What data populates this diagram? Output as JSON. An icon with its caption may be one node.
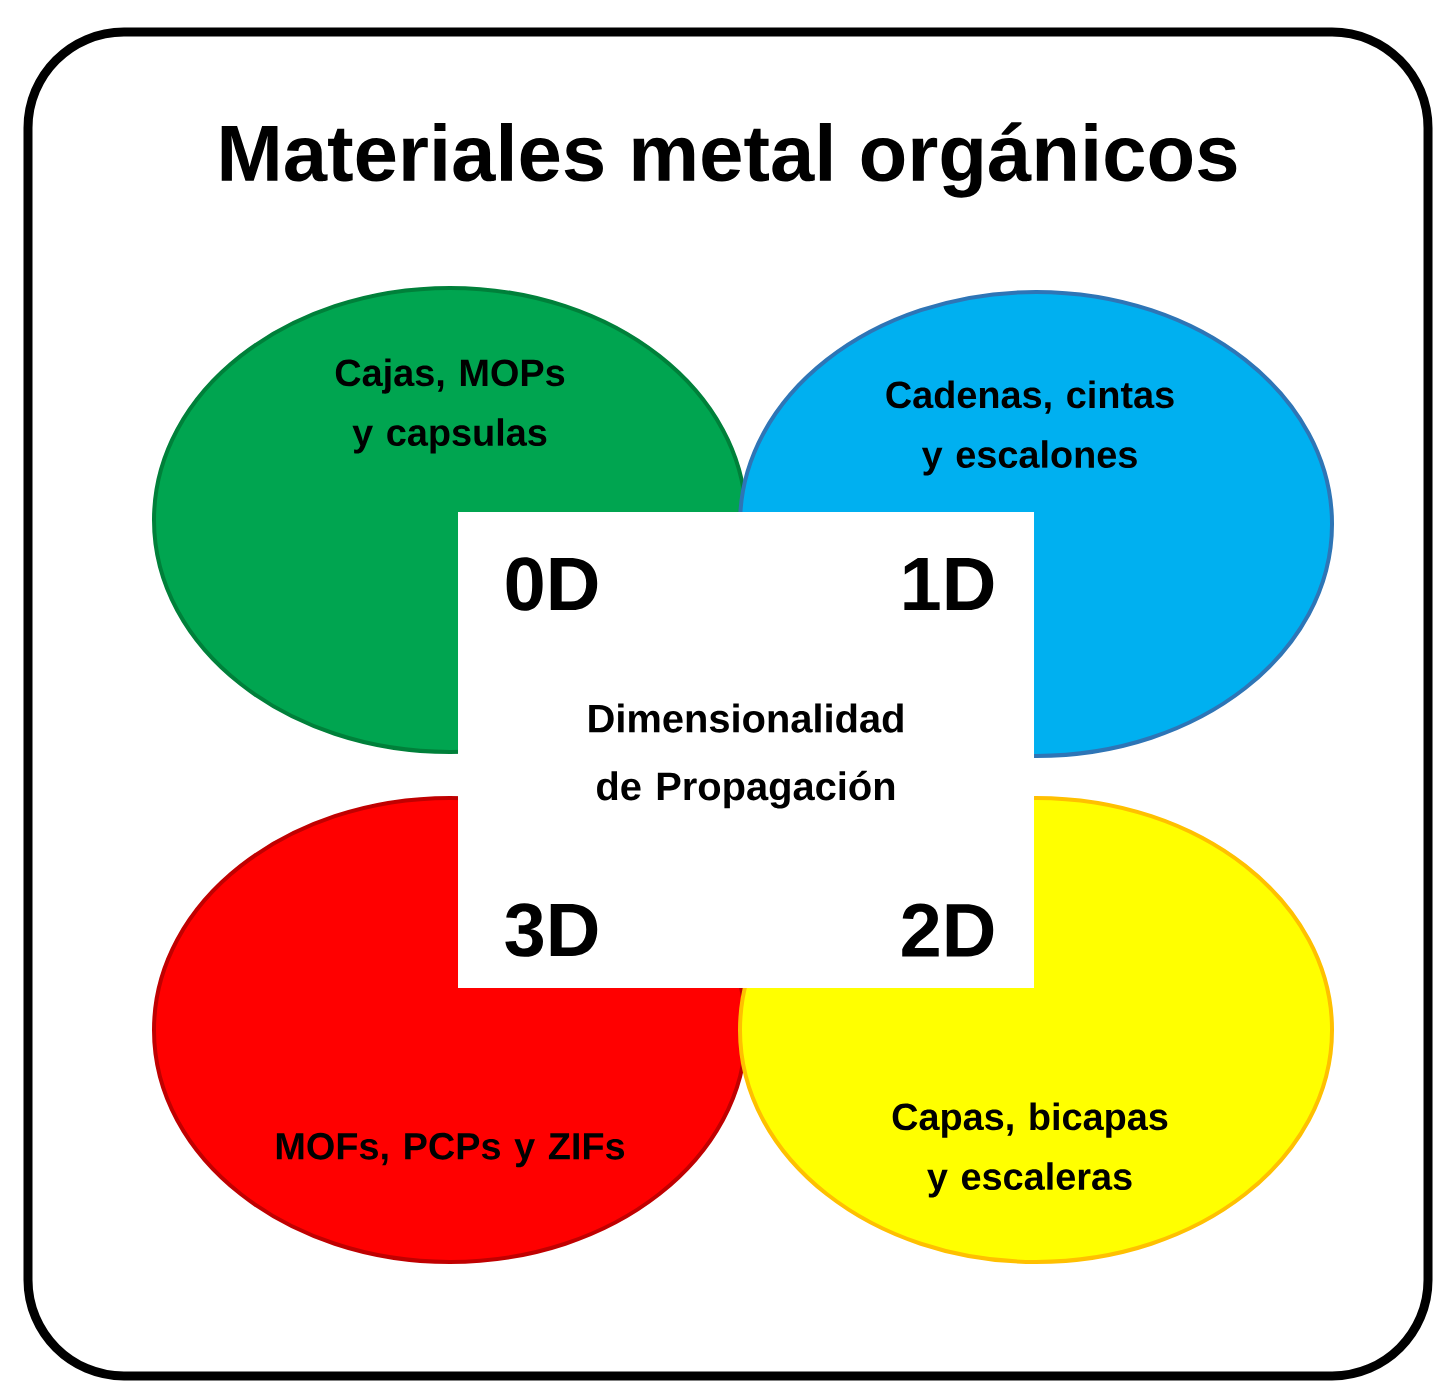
{
  "diagram": {
    "nodes": [
      {
        "text": [
          "Materiales metal orgánicos"
        ]
      },
      {
        "text": [
          "Cajas, MOPs y capsulas"
        ],
        "in": 0
      },
      {
        "text": [
          "Cadenas, cintas y escalones"
        ],
        "in": 0
      },
      {
        "text": [
          "0D",
          "1D",
          "Dimensionalidad de Propagación",
          "3D",
          "2D"
        ],
        "in": 0
      },
      {
        "text": [
          "MOFs, PCPs y ZIFs"
        ],
        "in": 0
      },
      {
        "text": [
          "Capas, bicapas y escaleras"
        ],
        "in": 0
      }
    ]
  }
}
